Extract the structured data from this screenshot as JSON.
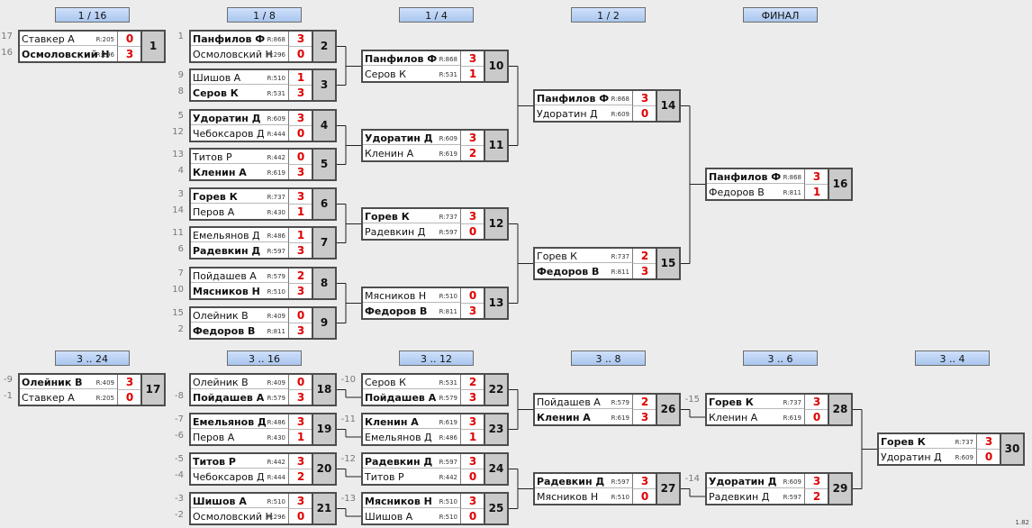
{
  "rounds": [
    "1 / 16",
    "1 / 8",
    "1 / 4",
    "1 / 2",
    "ФИНАЛ",
    "3 .. 24",
    "3 .. 16",
    "3 .. 12",
    "3 .. 8",
    "3 .. 6",
    "3 .. 4"
  ],
  "matches": [
    {
      "num": "1",
      "p": [
        {
          "seed": "17",
          "name": "Ставкер А",
          "rating": "R:205",
          "score": "0",
          "win": false
        },
        {
          "seed": "16",
          "name": "Осмоловский Н",
          "rating": "R:296",
          "score": "3",
          "win": true
        }
      ]
    },
    {
      "num": "2",
      "p": [
        {
          "seed": "1",
          "name": "Панфилов Ф",
          "rating": "R:868",
          "score": "3",
          "win": true
        },
        {
          "seed": "",
          "name": "Осмоловский Н",
          "rating": "R:296",
          "score": "0",
          "win": false
        }
      ]
    },
    {
      "num": "3",
      "p": [
        {
          "seed": "9",
          "name": "Шишов А",
          "rating": "R:510",
          "score": "1",
          "win": false
        },
        {
          "seed": "8",
          "name": "Серов К",
          "rating": "R:531",
          "score": "3",
          "win": true
        }
      ]
    },
    {
      "num": "4",
      "p": [
        {
          "seed": "5",
          "name": "Удоратин Д",
          "rating": "R:609",
          "score": "3",
          "win": true
        },
        {
          "seed": "12",
          "name": "Чебоксаров Д",
          "rating": "R:444",
          "score": "0",
          "win": false
        }
      ]
    },
    {
      "num": "5",
      "p": [
        {
          "seed": "13",
          "name": "Титов Р",
          "rating": "R:442",
          "score": "0",
          "win": false
        },
        {
          "seed": "4",
          "name": "Кленин А",
          "rating": "R:619",
          "score": "3",
          "win": true
        }
      ]
    },
    {
      "num": "6",
      "p": [
        {
          "seed": "3",
          "name": "Горев К",
          "rating": "R:737",
          "score": "3",
          "win": true
        },
        {
          "seed": "14",
          "name": "Перов А",
          "rating": "R:430",
          "score": "1",
          "win": false
        }
      ]
    },
    {
      "num": "7",
      "p": [
        {
          "seed": "11",
          "name": "Емельянов Д",
          "rating": "R:486",
          "score": "1",
          "win": false
        },
        {
          "seed": "6",
          "name": "Радевкин Д",
          "rating": "R:597",
          "score": "3",
          "win": true
        }
      ]
    },
    {
      "num": "8",
      "p": [
        {
          "seed": "7",
          "name": "Пойдашев А",
          "rating": "R:579",
          "score": "2",
          "win": false
        },
        {
          "seed": "10",
          "name": "Мясников Н",
          "rating": "R:510",
          "score": "3",
          "win": true
        }
      ]
    },
    {
      "num": "9",
      "p": [
        {
          "seed": "15",
          "name": "Олейник В",
          "rating": "R:409",
          "score": "0",
          "win": false
        },
        {
          "seed": "2",
          "name": "Федоров В",
          "rating": "R:811",
          "score": "3",
          "win": true
        }
      ]
    },
    {
      "num": "10",
      "p": [
        {
          "seed": "",
          "name": "Панфилов Ф",
          "rating": "R:868",
          "score": "3",
          "win": true
        },
        {
          "seed": "",
          "name": "Серов К",
          "rating": "R:531",
          "score": "1",
          "win": false
        }
      ]
    },
    {
      "num": "11",
      "p": [
        {
          "seed": "",
          "name": "Удоратин Д",
          "rating": "R:609",
          "score": "3",
          "win": true
        },
        {
          "seed": "",
          "name": "Кленин А",
          "rating": "R:619",
          "score": "2",
          "win": false
        }
      ]
    },
    {
      "num": "12",
      "p": [
        {
          "seed": "",
          "name": "Горев К",
          "rating": "R:737",
          "score": "3",
          "win": true
        },
        {
          "seed": "",
          "name": "Радевкин Д",
          "rating": "R:597",
          "score": "0",
          "win": false
        }
      ]
    },
    {
      "num": "13",
      "p": [
        {
          "seed": "",
          "name": "Мясников Н",
          "rating": "R:510",
          "score": "0",
          "win": false
        },
        {
          "seed": "",
          "name": "Федоров В",
          "rating": "R:811",
          "score": "3",
          "win": true
        }
      ]
    },
    {
      "num": "14",
      "p": [
        {
          "seed": "",
          "name": "Панфилов Ф",
          "rating": "R:868",
          "score": "3",
          "win": true
        },
        {
          "seed": "",
          "name": "Удоратин Д",
          "rating": "R:609",
          "score": "0",
          "win": false
        }
      ]
    },
    {
      "num": "15",
      "p": [
        {
          "seed": "",
          "name": "Горев К",
          "rating": "R:737",
          "score": "2",
          "win": false
        },
        {
          "seed": "",
          "name": "Федоров В",
          "rating": "R:811",
          "score": "3",
          "win": true
        }
      ]
    },
    {
      "num": "16",
      "p": [
        {
          "seed": "",
          "name": "Панфилов Ф",
          "rating": "R:868",
          "score": "3",
          "win": true
        },
        {
          "seed": "",
          "name": "Федоров В",
          "rating": "R:811",
          "score": "1",
          "win": false
        }
      ]
    },
    {
      "num": "17",
      "p": [
        {
          "seed": "-9",
          "name": "Олейник В",
          "rating": "R:409",
          "score": "3",
          "win": true
        },
        {
          "seed": "-1",
          "name": "Ставкер А",
          "rating": "R:205",
          "score": "0",
          "win": false
        }
      ]
    },
    {
      "num": "18",
      "p": [
        {
          "seed": "",
          "name": "Олейник В",
          "rating": "R:409",
          "score": "0",
          "win": false
        },
        {
          "seed": "-8",
          "name": "Пойдашев А",
          "rating": "R:579",
          "score": "3",
          "win": true
        }
      ]
    },
    {
      "num": "19",
      "p": [
        {
          "seed": "-7",
          "name": "Емельянов Д",
          "rating": "R:486",
          "score": "3",
          "win": true
        },
        {
          "seed": "-6",
          "name": "Перов А",
          "rating": "R:430",
          "score": "1",
          "win": false
        }
      ]
    },
    {
      "num": "20",
      "p": [
        {
          "seed": "-5",
          "name": "Титов Р",
          "rating": "R:442",
          "score": "3",
          "win": true
        },
        {
          "seed": "-4",
          "name": "Чебоксаров Д",
          "rating": "R:444",
          "score": "2",
          "win": false
        }
      ]
    },
    {
      "num": "21",
      "p": [
        {
          "seed": "-3",
          "name": "Шишов А",
          "rating": "R:510",
          "score": "3",
          "win": true
        },
        {
          "seed": "-2",
          "name": "Осмоловский Н",
          "rating": "R:296",
          "score": "0",
          "win": false
        }
      ]
    },
    {
      "num": "22",
      "p": [
        {
          "seed": "-10",
          "name": "Серов К",
          "rating": "R:531",
          "score": "2",
          "win": false
        },
        {
          "seed": "",
          "name": "Пойдашев А",
          "rating": "R:579",
          "score": "3",
          "win": true
        }
      ]
    },
    {
      "num": "23",
      "p": [
        {
          "seed": "-11",
          "name": "Кленин А",
          "rating": "R:619",
          "score": "3",
          "win": true
        },
        {
          "seed": "",
          "name": "Емельянов Д",
          "rating": "R:486",
          "score": "1",
          "win": false
        }
      ]
    },
    {
      "num": "24",
      "p": [
        {
          "seed": "-12",
          "name": "Радевкин Д",
          "rating": "R:597",
          "score": "3",
          "win": true
        },
        {
          "seed": "",
          "name": "Титов Р",
          "rating": "R:442",
          "score": "0",
          "win": false
        }
      ]
    },
    {
      "num": "25",
      "p": [
        {
          "seed": "-13",
          "name": "Мясников Н",
          "rating": "R:510",
          "score": "3",
          "win": true
        },
        {
          "seed": "",
          "name": "Шишов А",
          "rating": "R:510",
          "score": "0",
          "win": false
        }
      ]
    },
    {
      "num": "26",
      "p": [
        {
          "seed": "",
          "name": "Пойдашев А",
          "rating": "R:579",
          "score": "2",
          "win": false
        },
        {
          "seed": "",
          "name": "Кленин А",
          "rating": "R:619",
          "score": "3",
          "win": true
        }
      ]
    },
    {
      "num": "27",
      "p": [
        {
          "seed": "",
          "name": "Радевкин Д",
          "rating": "R:597",
          "score": "3",
          "win": true
        },
        {
          "seed": "",
          "name": "Мясников Н",
          "rating": "R:510",
          "score": "0",
          "win": false
        }
      ]
    },
    {
      "num": "28",
      "p": [
        {
          "seed": "-15",
          "name": "Горев К",
          "rating": "R:737",
          "score": "3",
          "win": true
        },
        {
          "seed": "",
          "name": "Кленин А",
          "rating": "R:619",
          "score": "0",
          "win": false
        }
      ]
    },
    {
      "num": "29",
      "p": [
        {
          "seed": "-14",
          "name": "Удоратин Д",
          "rating": "R:609",
          "score": "3",
          "win": true
        },
        {
          "seed": "",
          "name": "Радевкин Д",
          "rating": "R:597",
          "score": "2",
          "win": false
        }
      ]
    },
    {
      "num": "30",
      "p": [
        {
          "seed": "",
          "name": "Горев К",
          "rating": "R:737",
          "score": "3",
          "win": true
        },
        {
          "seed": "",
          "name": "Удоратин Д",
          "rating": "R:609",
          "score": "0",
          "win": false
        }
      ]
    }
  ],
  "version": "1.82"
}
